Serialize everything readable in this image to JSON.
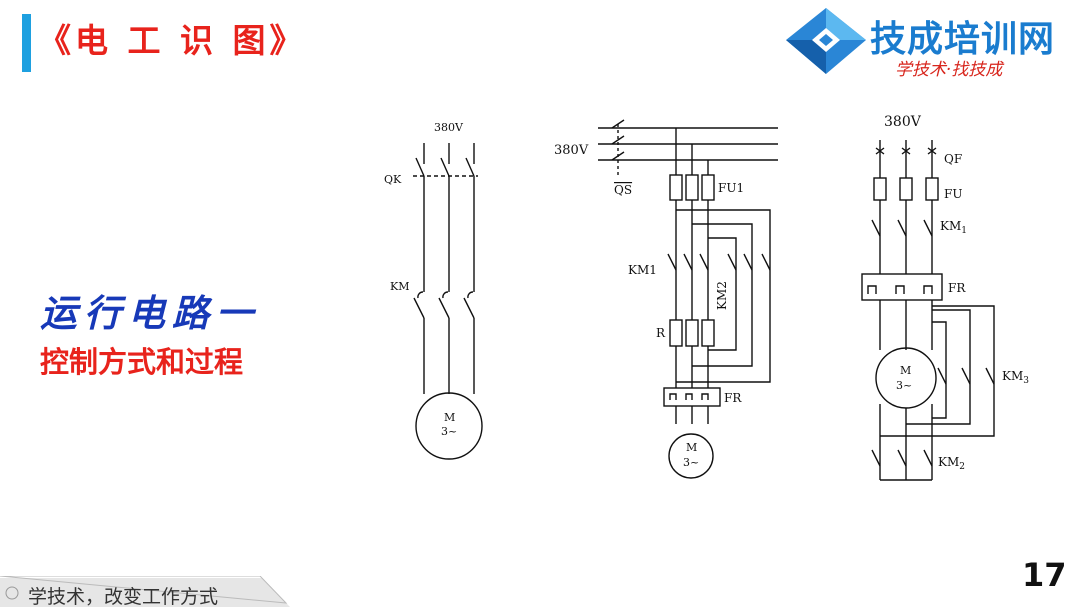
{
  "header": {
    "title": "《电 工 识 图》",
    "accent_color": "#1ea0e0",
    "title_color": "#e8231c"
  },
  "logo": {
    "name": "技成培训网",
    "slogan": "学技术·找技成",
    "icon": "diamond-logo-icon"
  },
  "section": {
    "title": "运行电路一",
    "subtitle": "控制方式和过程"
  },
  "diagrams": {
    "left": {
      "voltage": "380V",
      "switch": "QK",
      "contactor": "KM",
      "motor": "M",
      "motor_phase": "3~"
    },
    "middle": {
      "voltage": "380V",
      "switch": "QS",
      "fuse": "FU1",
      "contactor1": "KM1",
      "contactor2": "KM2",
      "resistor": "R",
      "relay": "FR",
      "motor": "M",
      "motor_phase": "3~"
    },
    "right": {
      "voltage": "380V",
      "breaker": "QF",
      "fuse": "FU",
      "contactor1": "KM",
      "contactor1_sub": "1",
      "relay": "FR",
      "contactor3": "KM",
      "contactor3_sub": "3",
      "contactor2": "KM",
      "contactor2_sub": "2",
      "motor": "M",
      "motor_phase": "3~"
    }
  },
  "page_number": "17",
  "footer": {
    "text": "学技术，改变工作方式"
  }
}
